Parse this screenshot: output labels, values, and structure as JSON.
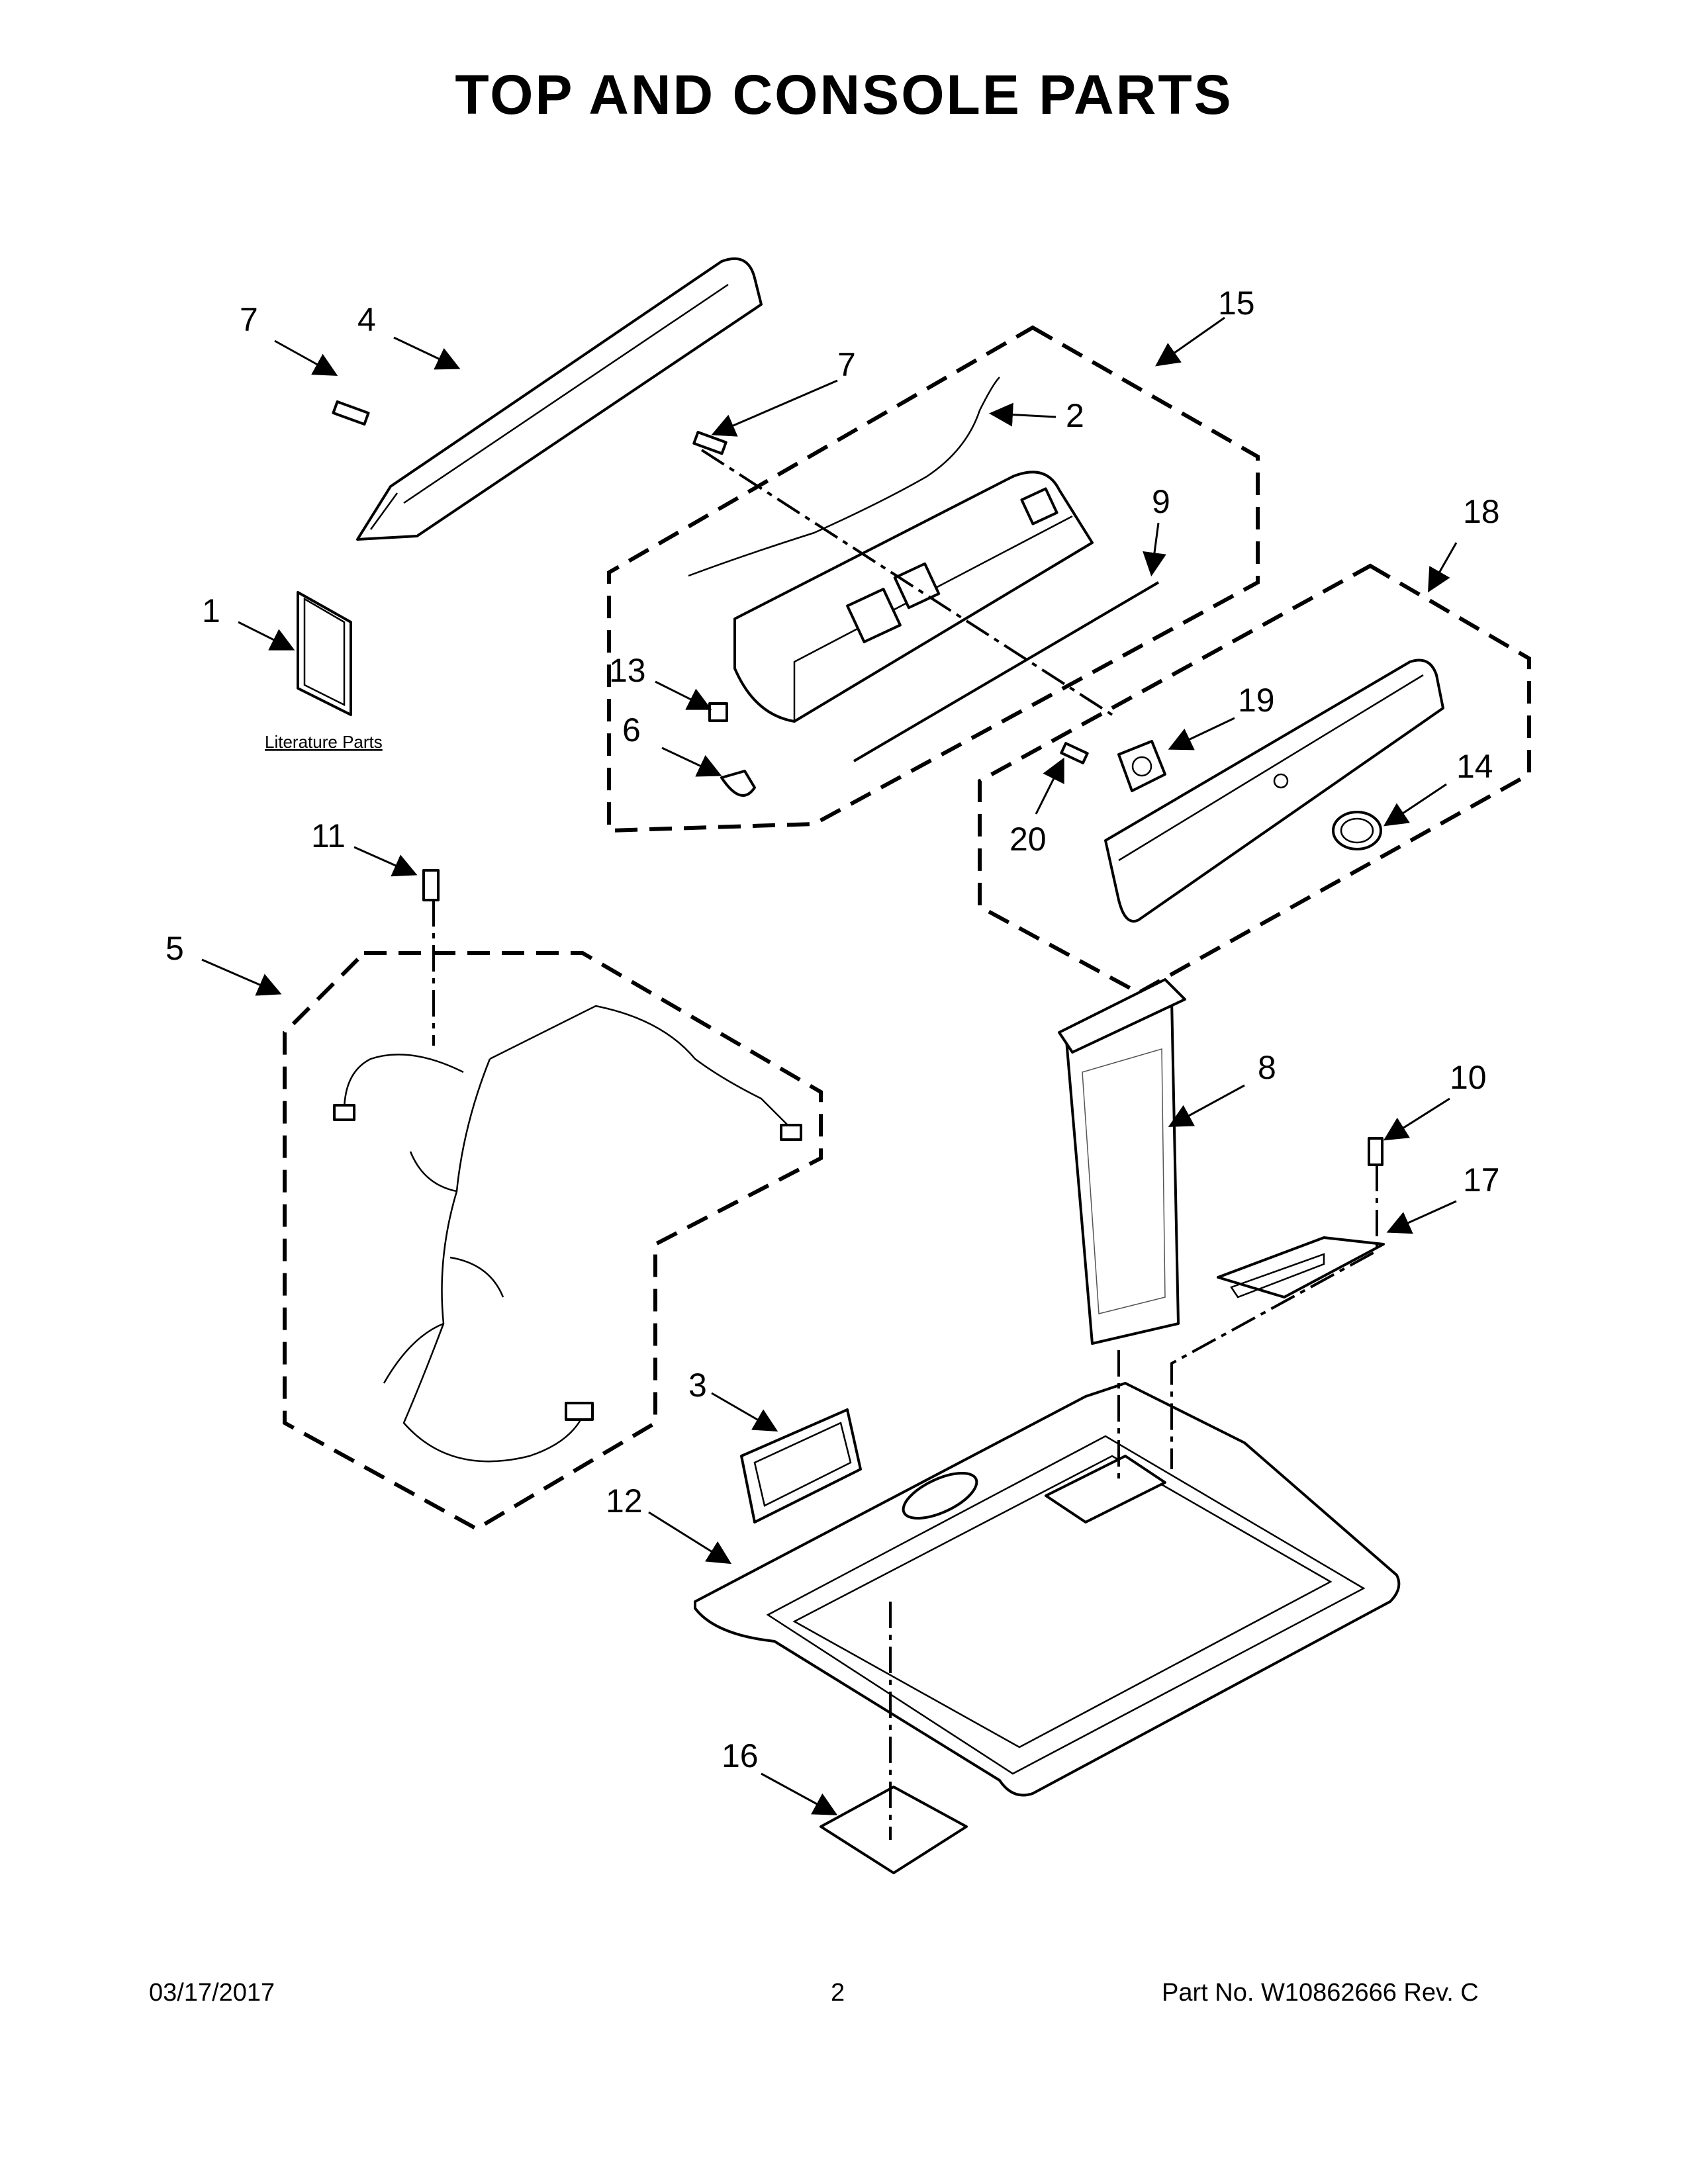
{
  "title": "TOP AND CONSOLE PARTS",
  "callouts": {
    "c1": "1",
    "c2": "2",
    "c3": "3",
    "c4": "4",
    "c5": "5",
    "c6": "6",
    "c7a": "7",
    "c7b": "7",
    "c8": "8",
    "c9": "9",
    "c10": "10",
    "c11": "11",
    "c12": "12",
    "c13": "13",
    "c14": "14",
    "c15": "15",
    "c16": "16",
    "c17": "17",
    "c18": "18",
    "c19": "19",
    "c20": "20"
  },
  "literature_label": "Literature Parts",
  "footer": {
    "date": "03/17/2017",
    "page": "2",
    "part_no": "Part No.  W10862666  Rev.  C"
  }
}
